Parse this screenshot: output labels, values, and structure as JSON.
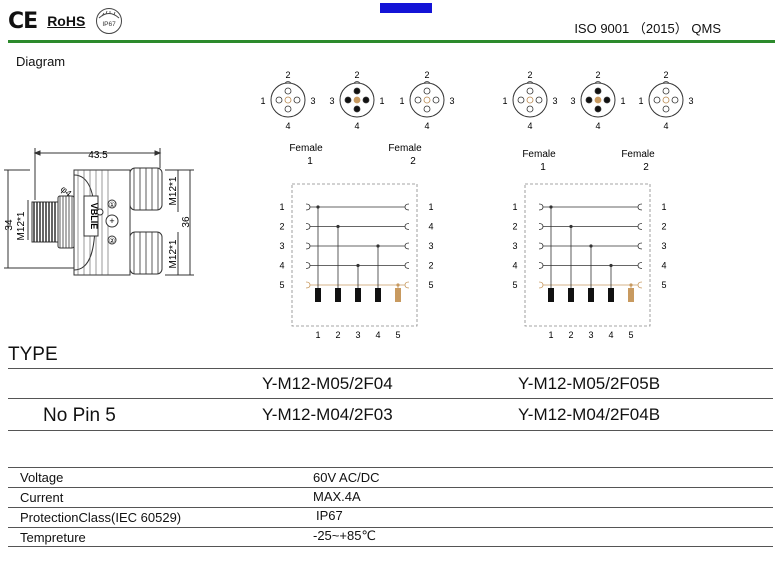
{
  "header": {
    "ce_mark": "CE",
    "rohs_label": "RoHS",
    "ip_badge": "IP67",
    "iso": "ISO 9001 （2015）  QMS"
  },
  "diagram_label": "Diagram",
  "dimensions": {
    "width": "43.5",
    "height": "34",
    "height_right": "36",
    "thread": "M12*1",
    "thread_top": "M12*1",
    "thread_bottom": "M12*1",
    "hole": "φ4",
    "brand": "VBLIE",
    "port1": "①",
    "port2": "②",
    "center": "+"
  },
  "pin_numbers": [
    "1",
    "2",
    "3",
    "4"
  ],
  "female_labels": {
    "left": [
      "Female",
      "1"
    ],
    "right": [
      "Female",
      "2"
    ]
  },
  "wiring_left": {
    "left_pins": [
      "1",
      "2",
      "3",
      "4",
      "5"
    ],
    "right_pins": [
      "1",
      "4",
      "3",
      "2",
      "5"
    ],
    "bottom_pins": [
      "1",
      "2",
      "3",
      "4",
      "5"
    ]
  },
  "wiring_right": {
    "left_pins": [
      "1",
      "2",
      "3",
      "4",
      "5"
    ],
    "right_pins": [
      "1",
      "2",
      "3",
      "4",
      "5"
    ],
    "bottom_pins": [
      "1",
      "2",
      "3",
      "4",
      "5"
    ]
  },
  "type_section": {
    "title": "TYPE",
    "rows": [
      {
        "label": "",
        "col1": "Y-M12-M05/2F04",
        "col2": "Y-M12-M05/2F05B"
      },
      {
        "label": "No Pin 5",
        "col1": "Y-M12-M04/2F03",
        "col2": "Y-M12-M04/2F04B"
      }
    ]
  },
  "specs": [
    {
      "name": "Voltage",
      "value": "60V AC/DC"
    },
    {
      "name": "Current",
      "value": "MAX.4A"
    },
    {
      "name": "ProtectionClass(IEC 60529)",
      "value": "IP67"
    },
    {
      "name": "Tempreture",
      "value": "-25~+85℃"
    }
  ]
}
